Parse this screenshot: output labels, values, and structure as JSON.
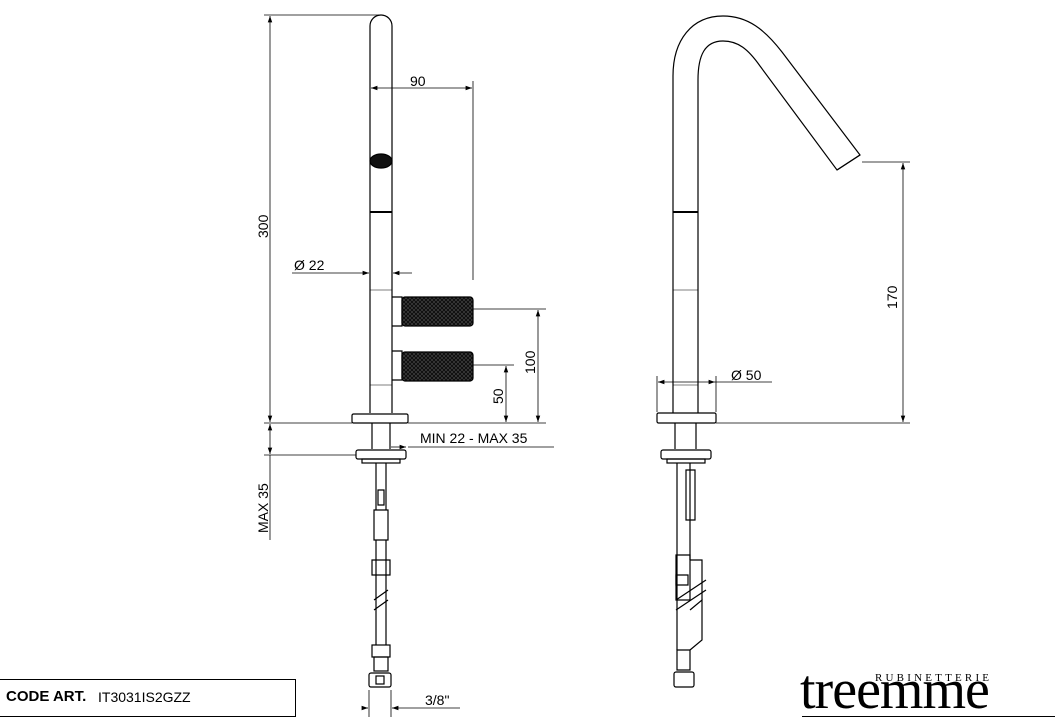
{
  "drawing": {
    "dimensions": {
      "spout_reach": "90",
      "total_height": "300",
      "body_diameter": "Ø 22",
      "lever_height_upper": "100",
      "lever_height_lower": "50",
      "deck_thickness": "MIN 22 - MAX 35",
      "under_deck": "MAX 35",
      "connection": "3/8\"",
      "outlet_height": "170",
      "base_diameter": "Ø 50"
    }
  },
  "title_block": {
    "code_label": "CODE ART.",
    "code_value": "IT3031IS2GZZ"
  },
  "brand": {
    "subtitle": "RUBINETTERIE",
    "name": "treemme"
  },
  "colors": {
    "line": "#000000",
    "handle": "#1a1a1a",
    "background": "#ffffff"
  }
}
